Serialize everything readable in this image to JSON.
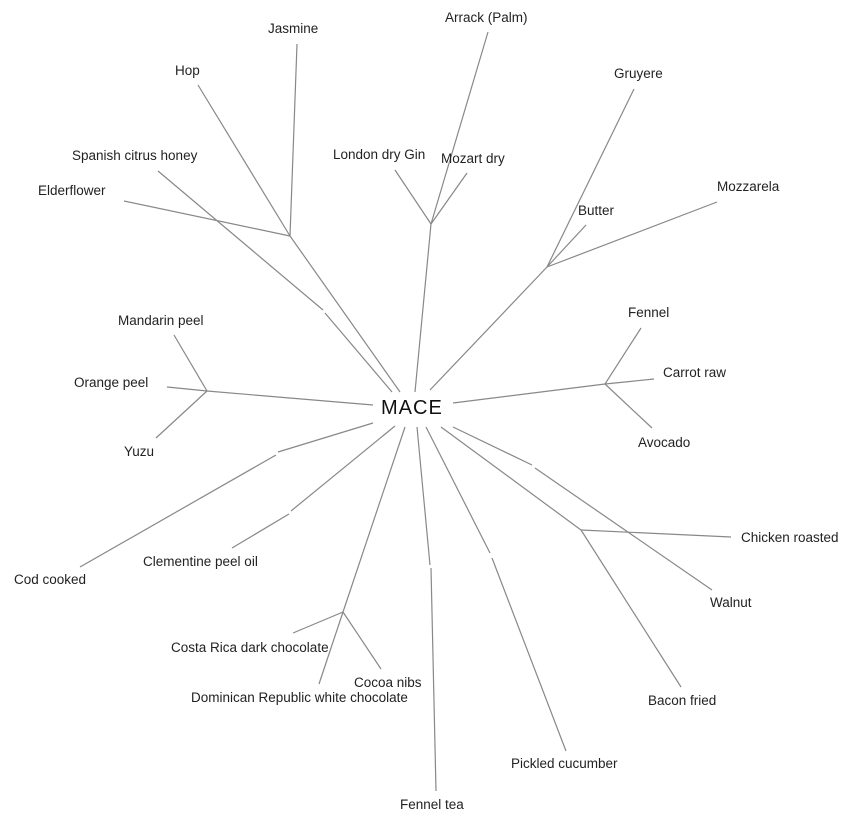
{
  "root": "MACE",
  "leaves": [
    "Jasmine",
    "Hop",
    "Elderflower",
    "Spanish citrus honey",
    "Mandarin peel",
    "Orange peel",
    "Yuzu",
    "Arrack (Palm)",
    "London dry Gin",
    "Mozart dry",
    "Gruyere",
    "Butter",
    "Mozzarela",
    "Fennel",
    "Carrot raw",
    "Avocado",
    "Cod cooked",
    "Clementine peel oil",
    "Costa Rica dark chocolate",
    "Dominican Republic white chocolate",
    "Cocoa nibs",
    "Fennel tea",
    "Pickled cucumber",
    "Chicken roasted",
    "Bacon fried",
    "Walnut"
  ],
  "colors": {
    "edge": "#888888",
    "text": "#222222"
  }
}
